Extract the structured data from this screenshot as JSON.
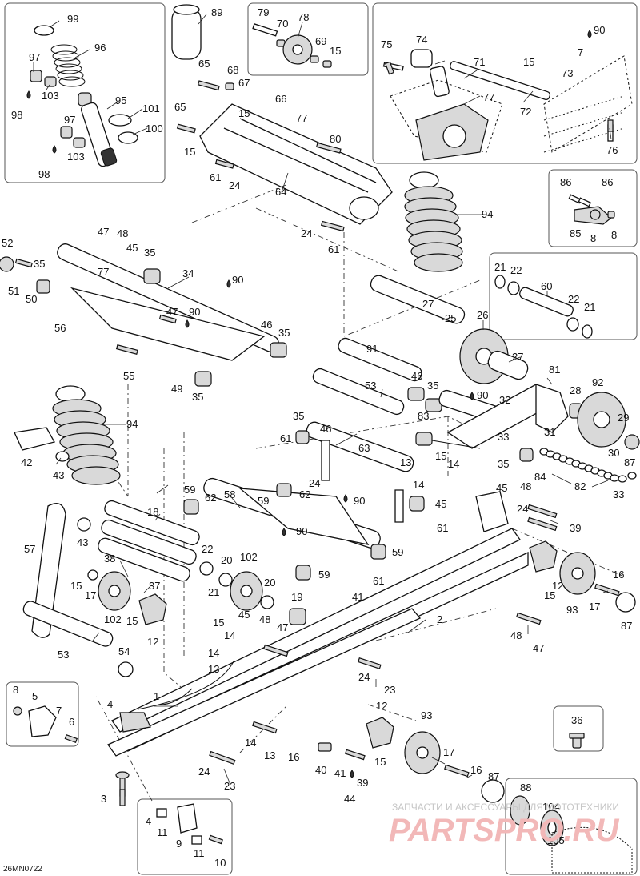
{
  "diagram_code": "26MN0722",
  "watermark": {
    "tagline": "ЗАПЧАСТИ И АКСЕССУАРЫ ДЛЯ МОТОТЕХНИКИ",
    "brand": "PARTSPRO.RU"
  },
  "callouts": [
    {
      "id": "c99",
      "text": "99"
    },
    {
      "id": "c96",
      "text": "96"
    },
    {
      "id": "c97a",
      "text": "97"
    },
    {
      "id": "c103a",
      "text": "103"
    },
    {
      "id": "c98a",
      "text": "98"
    },
    {
      "id": "c95",
      "text": "95"
    },
    {
      "id": "c101",
      "text": "101"
    },
    {
      "id": "c100",
      "text": "100"
    },
    {
      "id": "c97b",
      "text": "97"
    },
    {
      "id": "c103b",
      "text": "103"
    },
    {
      "id": "c98b",
      "text": "98"
    },
    {
      "id": "c89",
      "text": "89"
    },
    {
      "id": "c79",
      "text": "79"
    },
    {
      "id": "c70",
      "text": "70"
    },
    {
      "id": "c78",
      "text": "78"
    },
    {
      "id": "c69",
      "text": "69"
    },
    {
      "id": "c15a",
      "text": "15"
    },
    {
      "id": "c75",
      "text": "75"
    },
    {
      "id": "c74",
      "text": "74"
    },
    {
      "id": "c71",
      "text": "71"
    },
    {
      "id": "c15b",
      "text": "15"
    },
    {
      "id": "c90a",
      "text": "90"
    },
    {
      "id": "c7a",
      "text": "7"
    },
    {
      "id": "c73",
      "text": "73"
    },
    {
      "id": "c77a",
      "text": "77"
    },
    {
      "id": "c72",
      "text": "72"
    },
    {
      "id": "c76",
      "text": "76"
    },
    {
      "id": "c65a",
      "text": "65"
    },
    {
      "id": "c68",
      "text": "68"
    },
    {
      "id": "c67",
      "text": "67"
    },
    {
      "id": "c66",
      "text": "66"
    },
    {
      "id": "c15c",
      "text": "15"
    },
    {
      "id": "c77b",
      "text": "77"
    },
    {
      "id": "c65b",
      "text": "65"
    },
    {
      "id": "c15d",
      "text": "15"
    },
    {
      "id": "c80",
      "text": "80"
    },
    {
      "id": "c61a",
      "text": "61"
    },
    {
      "id": "c24a",
      "text": "24"
    },
    {
      "id": "c64",
      "text": "64"
    },
    {
      "id": "c24b",
      "text": "24"
    },
    {
      "id": "c61b",
      "text": "61"
    },
    {
      "id": "c86a",
      "text": "86"
    },
    {
      "id": "c86b",
      "text": "86"
    },
    {
      "id": "c85",
      "text": "85"
    },
    {
      "id": "c8a",
      "text": "8"
    },
    {
      "id": "c8b",
      "text": "8"
    },
    {
      "id": "c94a",
      "text": "94"
    },
    {
      "id": "c52",
      "text": "52"
    },
    {
      "id": "c47a",
      "text": "47"
    },
    {
      "id": "c48a",
      "text": "48"
    },
    {
      "id": "c45a",
      "text": "45"
    },
    {
      "id": "c35a",
      "text": "35"
    },
    {
      "id": "c35b",
      "text": "35"
    },
    {
      "id": "c51",
      "text": "51"
    },
    {
      "id": "c50",
      "text": "50"
    },
    {
      "id": "c77c",
      "text": "77"
    },
    {
      "id": "c34",
      "text": "34"
    },
    {
      "id": "c90b",
      "text": "90"
    },
    {
      "id": "c47b",
      "text": "47"
    },
    {
      "id": "c90c",
      "text": "90"
    },
    {
      "id": "c56",
      "text": "56"
    },
    {
      "id": "c46a",
      "text": "46"
    },
    {
      "id": "c35c",
      "text": "35"
    },
    {
      "id": "c55",
      "text": "55"
    },
    {
      "id": "c49",
      "text": "49"
    },
    {
      "id": "c35d",
      "text": "35"
    },
    {
      "id": "c21a",
      "text": "21"
    },
    {
      "id": "c22a",
      "text": "22"
    },
    {
      "id": "c60",
      "text": "60"
    },
    {
      "id": "c22b",
      "text": "22"
    },
    {
      "id": "c21b",
      "text": "21"
    },
    {
      "id": "c27a",
      "text": "27"
    },
    {
      "id": "c25",
      "text": "25"
    },
    {
      "id": "c26",
      "text": "26"
    },
    {
      "id": "c27b",
      "text": "27"
    },
    {
      "id": "c91",
      "text": "91"
    },
    {
      "id": "c46b",
      "text": "46"
    },
    {
      "id": "c35e",
      "text": "35"
    },
    {
      "id": "c81",
      "text": "81"
    },
    {
      "id": "c92",
      "text": "92"
    },
    {
      "id": "c53a",
      "text": "53"
    },
    {
      "id": "c90d",
      "text": "90"
    },
    {
      "id": "c32",
      "text": "32"
    },
    {
      "id": "c28",
      "text": "28"
    },
    {
      "id": "c83",
      "text": "83"
    },
    {
      "id": "c29",
      "text": "29"
    },
    {
      "id": "c33a",
      "text": "33"
    },
    {
      "id": "c31",
      "text": "31"
    },
    {
      "id": "c30",
      "text": "30"
    },
    {
      "id": "c87a",
      "text": "87"
    },
    {
      "id": "c94b",
      "text": "94"
    },
    {
      "id": "c42",
      "text": "42"
    },
    {
      "id": "c43a",
      "text": "43"
    },
    {
      "id": "c35f",
      "text": "35"
    },
    {
      "id": "c46c",
      "text": "46"
    },
    {
      "id": "c61c",
      "text": "61"
    },
    {
      "id": "c63",
      "text": "63"
    },
    {
      "id": "c24c",
      "text": "24"
    },
    {
      "id": "c35g",
      "text": "35"
    },
    {
      "id": "c13a",
      "text": "13"
    },
    {
      "id": "c15e",
      "text": "15"
    },
    {
      "id": "c14a",
      "text": "14"
    },
    {
      "id": "c84",
      "text": "84"
    },
    {
      "id": "c82",
      "text": "82"
    },
    {
      "id": "c33b",
      "text": "33"
    },
    {
      "id": "c59a",
      "text": "59"
    },
    {
      "id": "c62a",
      "text": "62"
    },
    {
      "id": "c58",
      "text": "58"
    },
    {
      "id": "c62b",
      "text": "62"
    },
    {
      "id": "c59b",
      "text": "59"
    },
    {
      "id": "c90e",
      "text": "90"
    },
    {
      "id": "c14b",
      "text": "14"
    },
    {
      "id": "c45b",
      "text": "45"
    },
    {
      "id": "c45c",
      "text": "45"
    },
    {
      "id": "c48b",
      "text": "48"
    },
    {
      "id": "c24d",
      "text": "24"
    },
    {
      "id": "c61d",
      "text": "61"
    },
    {
      "id": "c39a",
      "text": "39"
    },
    {
      "id": "c57",
      "text": "57"
    },
    {
      "id": "c18",
      "text": "18"
    },
    {
      "id": "c43b",
      "text": "43"
    },
    {
      "id": "c90f",
      "text": "90"
    },
    {
      "id": "c59c",
      "text": "59"
    },
    {
      "id": "c38",
      "text": "38"
    },
    {
      "id": "c22c",
      "text": "22"
    },
    {
      "id": "c20a",
      "text": "20"
    },
    {
      "id": "c102a",
      "text": "102"
    },
    {
      "id": "c59d",
      "text": "59"
    },
    {
      "id": "c15f",
      "text": "15"
    },
    {
      "id": "c17a",
      "text": "17"
    },
    {
      "id": "c37",
      "text": "37"
    },
    {
      "id": "c21c",
      "text": "21"
    },
    {
      "id": "c20b",
      "text": "20"
    },
    {
      "id": "c61e",
      "text": "61"
    },
    {
      "id": "c12a",
      "text": "12"
    },
    {
      "id": "c15g",
      "text": "15"
    },
    {
      "id": "c16a",
      "text": "16"
    },
    {
      "id": "c102b",
      "text": "102"
    },
    {
      "id": "c15h",
      "text": "15"
    },
    {
      "id": "c45d",
      "text": "45"
    },
    {
      "id": "c48c",
      "text": "48"
    },
    {
      "id": "c19",
      "text": "19"
    },
    {
      "id": "c41a",
      "text": "41"
    },
    {
      "id": "c93a",
      "text": "93"
    },
    {
      "id": "c17b",
      "text": "17"
    },
    {
      "id": "c87b",
      "text": "87"
    },
    {
      "id": "c12b",
      "text": "12"
    },
    {
      "id": "c2",
      "text": "2"
    },
    {
      "id": "c15i",
      "text": "15"
    },
    {
      "id": "c14c",
      "text": "14"
    },
    {
      "id": "c47c",
      "text": "47"
    },
    {
      "id": "c54",
      "text": "54"
    },
    {
      "id": "c14d",
      "text": "14"
    },
    {
      "id": "c13b",
      "text": "13"
    },
    {
      "id": "c48d",
      "text": "48"
    },
    {
      "id": "c47d",
      "text": "47"
    },
    {
      "id": "c53b",
      "text": "53"
    },
    {
      "id": "c24e",
      "text": "24"
    },
    {
      "id": "c23a",
      "text": "23"
    },
    {
      "id": "c1",
      "text": "1"
    },
    {
      "id": "c8c",
      "text": "8"
    },
    {
      "id": "c5",
      "text": "5"
    },
    {
      "id": "c7b",
      "text": "7"
    },
    {
      "id": "c6",
      "text": "6"
    },
    {
      "id": "c4a",
      "text": "4"
    },
    {
      "id": "c12c",
      "text": "12"
    },
    {
      "id": "c93b",
      "text": "93"
    },
    {
      "id": "c36",
      "text": "36"
    },
    {
      "id": "c14e",
      "text": "14"
    },
    {
      "id": "c13c",
      "text": "13"
    },
    {
      "id": "c16b",
      "text": "16"
    },
    {
      "id": "c15j",
      "text": "15"
    },
    {
      "id": "c17c",
      "text": "17"
    },
    {
      "id": "c24f",
      "text": "24"
    },
    {
      "id": "c23b",
      "text": "23"
    },
    {
      "id": "c40",
      "text": "40"
    },
    {
      "id": "c41b",
      "text": "41"
    },
    {
      "id": "c39b",
      "text": "39"
    },
    {
      "id": "c44",
      "text": "44"
    },
    {
      "id": "c16c",
      "text": "16"
    },
    {
      "id": "c87c",
      "text": "87"
    },
    {
      "id": "c3",
      "text": "3"
    },
    {
      "id": "c4b",
      "text": "4"
    },
    {
      "id": "c11a",
      "text": "11"
    },
    {
      "id": "c9",
      "text": "9"
    },
    {
      "id": "c11b",
      "text": "11"
    },
    {
      "id": "c10",
      "text": "10"
    },
    {
      "id": "c88",
      "text": "88"
    },
    {
      "id": "c104",
      "text": "104"
    },
    {
      "id": "c105",
      "text": "105"
    }
  ]
}
